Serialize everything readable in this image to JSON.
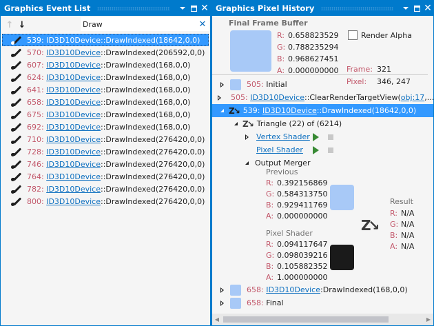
{
  "event_list": {
    "title": "Graphics Event List",
    "search": {
      "value": "Draw",
      "placeholder": ""
    },
    "events": [
      {
        "num": "539:",
        "obj": "ID3D10Device",
        "call": "::DrawIndexed(18642,0,0)",
        "selected": true
      },
      {
        "num": "570:",
        "obj": "ID3D10Device",
        "call": "::DrawIndexed(206592,0,0)"
      },
      {
        "num": "607:",
        "obj": "ID3D10Device",
        "call": "::DrawIndexed(168,0,0)"
      },
      {
        "num": "624:",
        "obj": "ID3D10Device",
        "call": "::DrawIndexed(168,0,0)"
      },
      {
        "num": "641:",
        "obj": "ID3D10Device",
        "call": "::DrawIndexed(168,0,0)"
      },
      {
        "num": "658:",
        "obj": "ID3D10Device",
        "call": "::DrawIndexed(168,0,0)"
      },
      {
        "num": "675:",
        "obj": "ID3D10Device",
        "call": "::DrawIndexed(168,0,0)"
      },
      {
        "num": "692:",
        "obj": "ID3D10Device",
        "call": "::DrawIndexed(168,0,0)"
      },
      {
        "num": "710:",
        "obj": "ID3D10Device",
        "call": "::DrawIndexed(276420,0,0)"
      },
      {
        "num": "728:",
        "obj": "ID3D10Device",
        "call": "::DrawIndexed(276420,0,0)"
      },
      {
        "num": "746:",
        "obj": "ID3D10Device",
        "call": "::DrawIndexed(276420,0,0)"
      },
      {
        "num": "764:",
        "obj": "ID3D10Device",
        "call": "::DrawIndexed(276420,0,0)"
      },
      {
        "num": "782:",
        "obj": "ID3D10Device",
        "call": "::DrawIndexed(276420,0,0)"
      },
      {
        "num": "800:",
        "obj": "ID3D10Device",
        "call": "::DrawIndexed(276420,0,0)"
      }
    ]
  },
  "pixel_history": {
    "title": "Graphics Pixel History",
    "final_frame_buffer": {
      "label": "Final Frame Buffer",
      "color": "#a8c9f7",
      "r": "0.658823529",
      "g": "0.788235294",
      "b": "0.968627451",
      "a": "0.000000000"
    },
    "render_alpha_label": "Render Alpha",
    "render_alpha_checked": false,
    "frame_label": "Frame:",
    "frame_value": "321",
    "pixel_label": "Pixel:",
    "pixel_value": "346, 247",
    "channels": {
      "r": "R:",
      "g": "G:",
      "b": "B:",
      "a": "A:"
    },
    "tree": {
      "row1": {
        "num": "505:",
        "text": "Initial"
      },
      "row2": {
        "num": "505:",
        "obj": "ID3D10Device",
        "call": "::ClearRenderTargetView(",
        "arg": "obj:17",
        "tail": ",..."
      },
      "row3": {
        "num": "539:",
        "obj": "ID3D10Device",
        "call": "::DrawIndexed(18642,0,0)"
      },
      "triangle": "Triangle (22) of (6214)",
      "vertex_shader": "Vertex Shader",
      "pixel_shader": "Pixel Shader",
      "output_merger": "Output Merger",
      "previous": {
        "label": "Previous",
        "color": "#a8c9f7",
        "r": "0.392156869",
        "g": "0.584313750",
        "b": "0.929411769",
        "a": "0.000000000"
      },
      "pixel_shader_out": {
        "label": "Pixel Shader",
        "color": "#1a1a1a",
        "r": "0.094117647",
        "g": "0.098039216",
        "b": "0.105882352",
        "a": "1.000000000"
      },
      "result": {
        "label": "Result",
        "r": "N/A",
        "g": "N/A",
        "b": "N/A",
        "a": "N/A"
      },
      "row_last1": {
        "num": "658:",
        "obj": "ID3D10Device",
        "call": ":DrawIndexed(168,0,0)"
      },
      "row_last2": {
        "num": "658:",
        "text": "Final"
      }
    }
  },
  "colors": {
    "accent": "#007acc",
    "selection": "#3399ff",
    "event_number": "#c2576a",
    "link": "#0e70c0",
    "play": "#388a34"
  }
}
